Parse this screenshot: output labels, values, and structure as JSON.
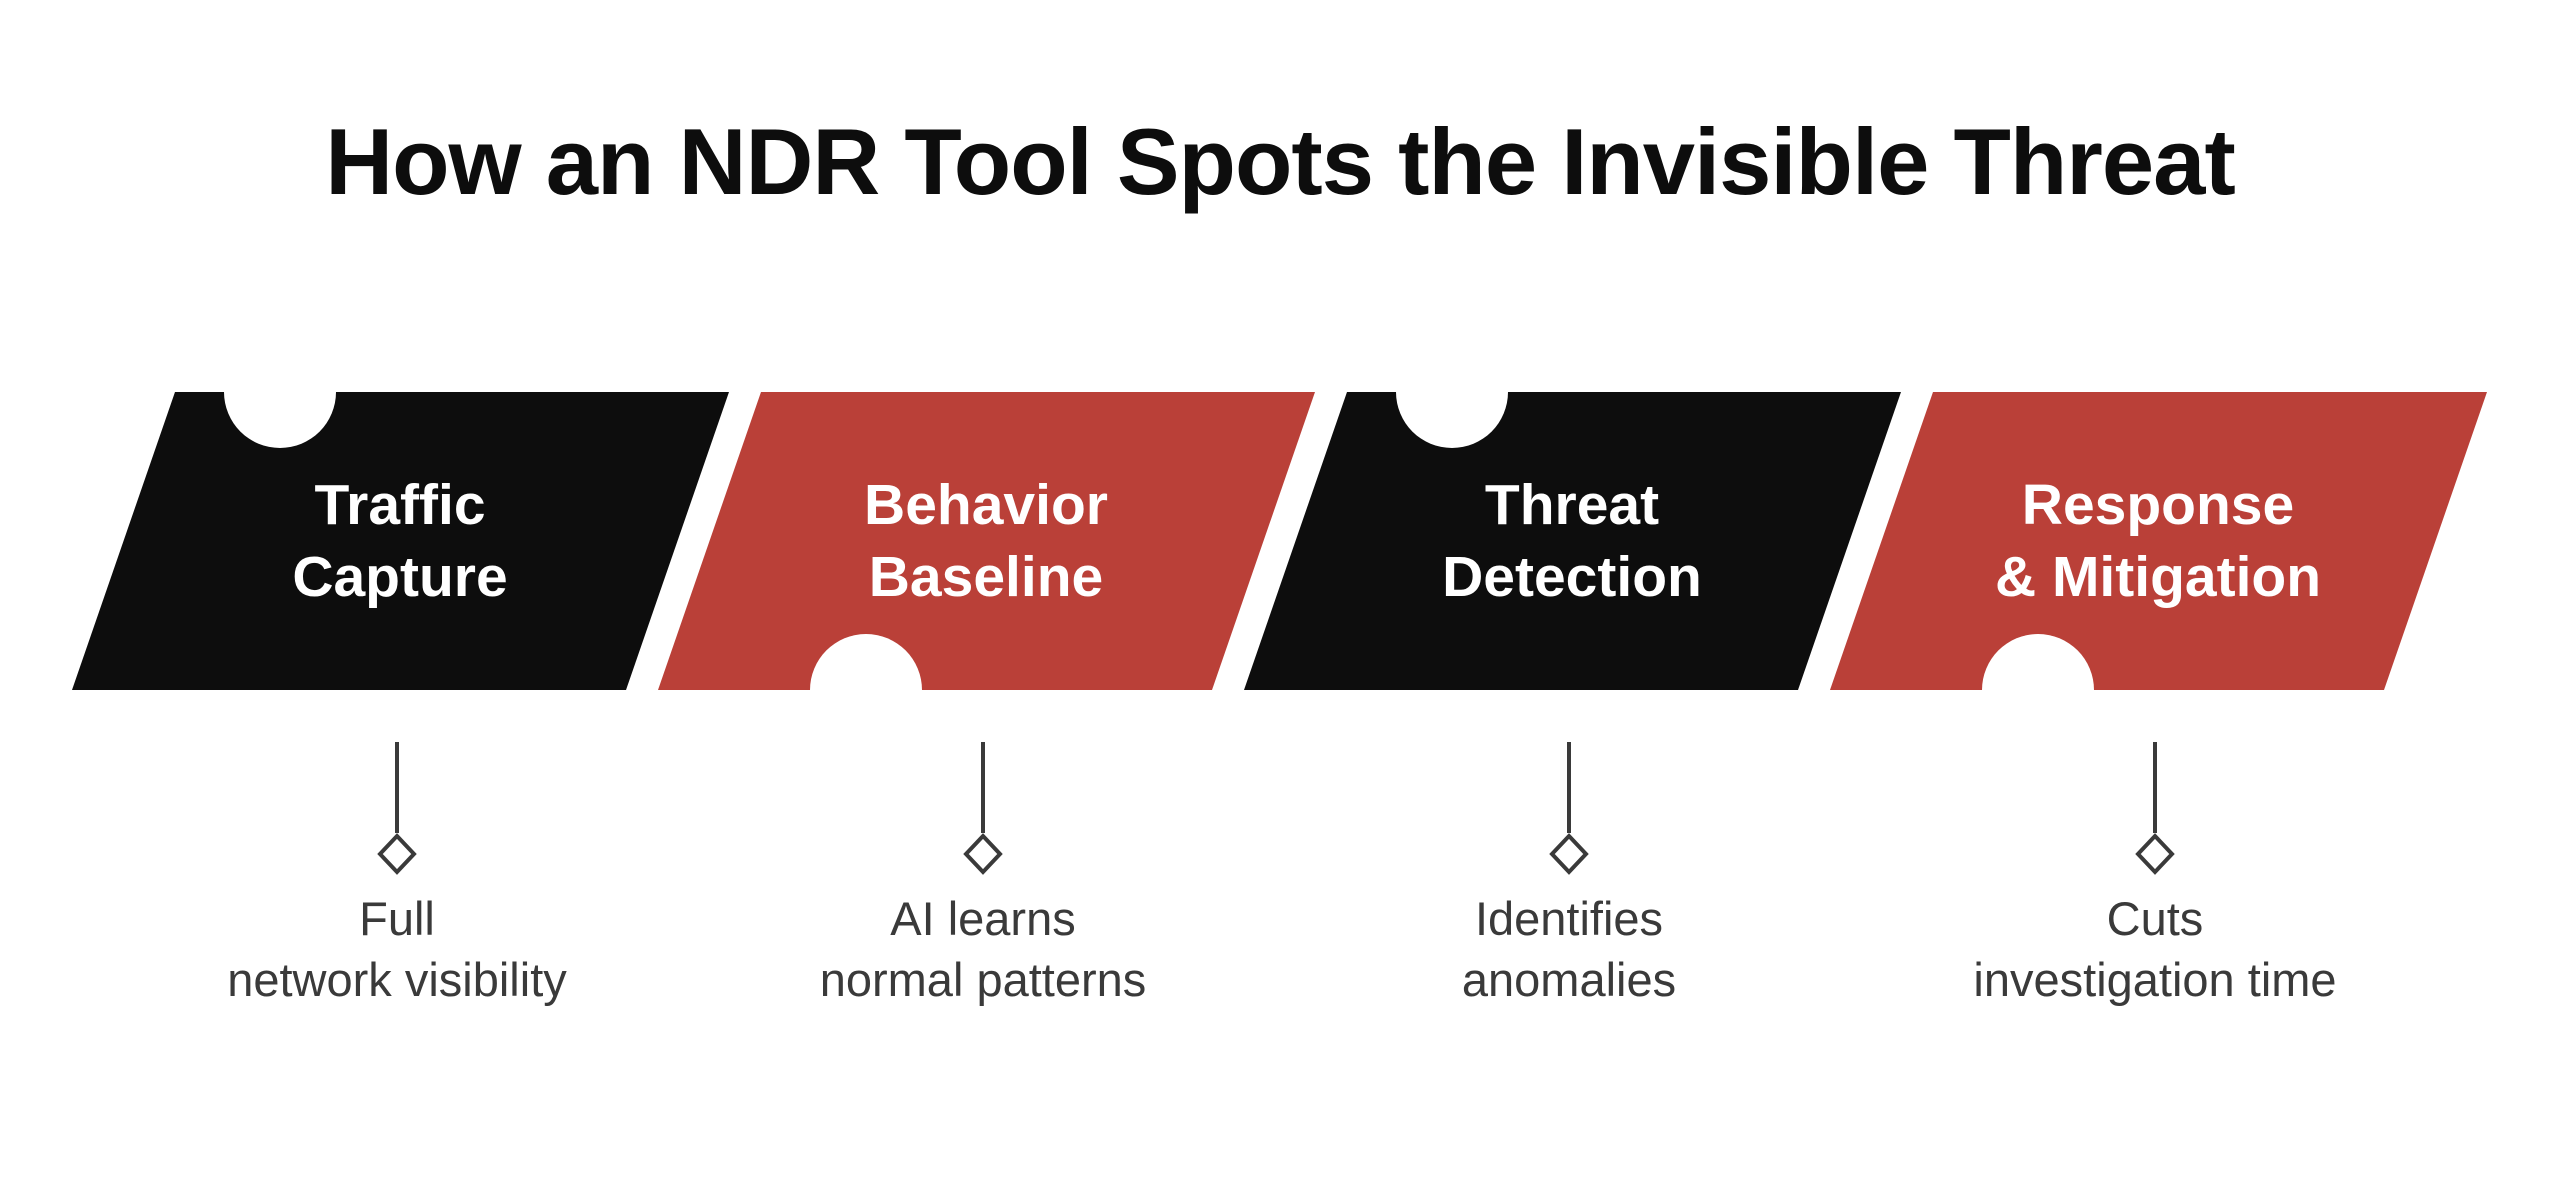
{
  "title": "How an NDR Tool Spots the Invisible Threat",
  "colors": {
    "black": "#0d0d0d",
    "red": "#ba4038",
    "text_dark": "#3a3a3a",
    "background": "#ffffff"
  },
  "steps": [
    {
      "label_line1": "Traffic",
      "label_line2": "Capture",
      "color": "black",
      "notch_position": "top",
      "caption_line1": "Full",
      "caption_line2": "network visibility"
    },
    {
      "label_line1": "Behavior",
      "label_line2": "Baseline",
      "color": "red",
      "notch_position": "bottom",
      "caption_line1": "AI learns",
      "caption_line2": "normal patterns"
    },
    {
      "label_line1": "Threat",
      "label_line2": "Detection",
      "color": "black",
      "notch_position": "top",
      "caption_line1": "Identifies",
      "caption_line2": "anomalies"
    },
    {
      "label_line1": "Response",
      "label_line2": "& Mitigation",
      "color": "red",
      "notch_position": "bottom",
      "caption_line1": "Cuts",
      "caption_line2": "investigation time"
    }
  ]
}
